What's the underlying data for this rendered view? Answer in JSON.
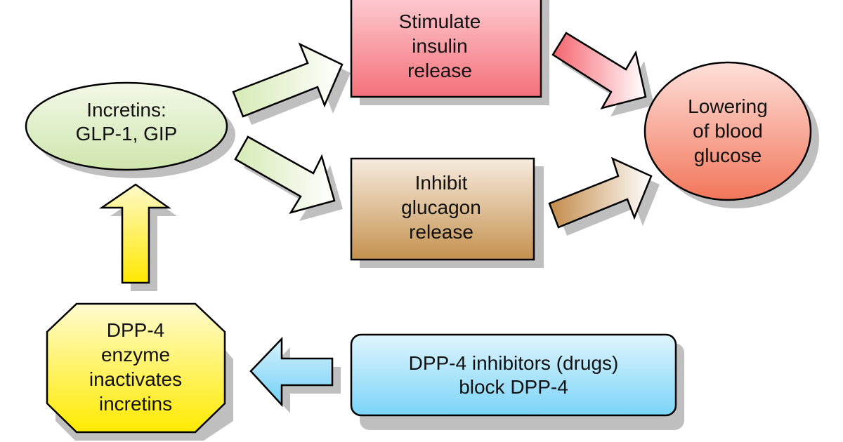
{
  "nodes": {
    "incretins": {
      "lines": [
        "Incretins:",
        "GLP-1, GIP"
      ],
      "color": "#d8ebbb"
    },
    "insulin": {
      "lines": [
        "Stimulate",
        "insulin",
        "release"
      ],
      "color": "#f5707a"
    },
    "glucagon": {
      "lines": [
        "Inhibit",
        "glucagon",
        "release"
      ],
      "color": "#c6965a"
    },
    "glucose": {
      "lines": [
        "Lowering",
        "of blood",
        "glucose"
      ],
      "color": "#f07a60"
    },
    "dpp4": {
      "lines": [
        "DPP-4",
        "enzyme",
        "inactivates",
        "incretins"
      ],
      "color": "#ffee00"
    },
    "drugs": {
      "lines": [
        "DPP-4 inhibitors (drugs)",
        "block DPP-4"
      ],
      "color": "#7ad4f7"
    }
  },
  "arrows": [
    {
      "from": "incretins",
      "to": "insulin",
      "color": "green"
    },
    {
      "from": "incretins",
      "to": "glucagon",
      "color": "green"
    },
    {
      "from": "insulin",
      "to": "glucose",
      "color": "red"
    },
    {
      "from": "glucagon",
      "to": "glucose",
      "color": "brown"
    },
    {
      "from": "dpp4",
      "to": "incretins",
      "color": "yellow"
    },
    {
      "from": "drugs",
      "to": "dpp4",
      "color": "blue"
    }
  ]
}
